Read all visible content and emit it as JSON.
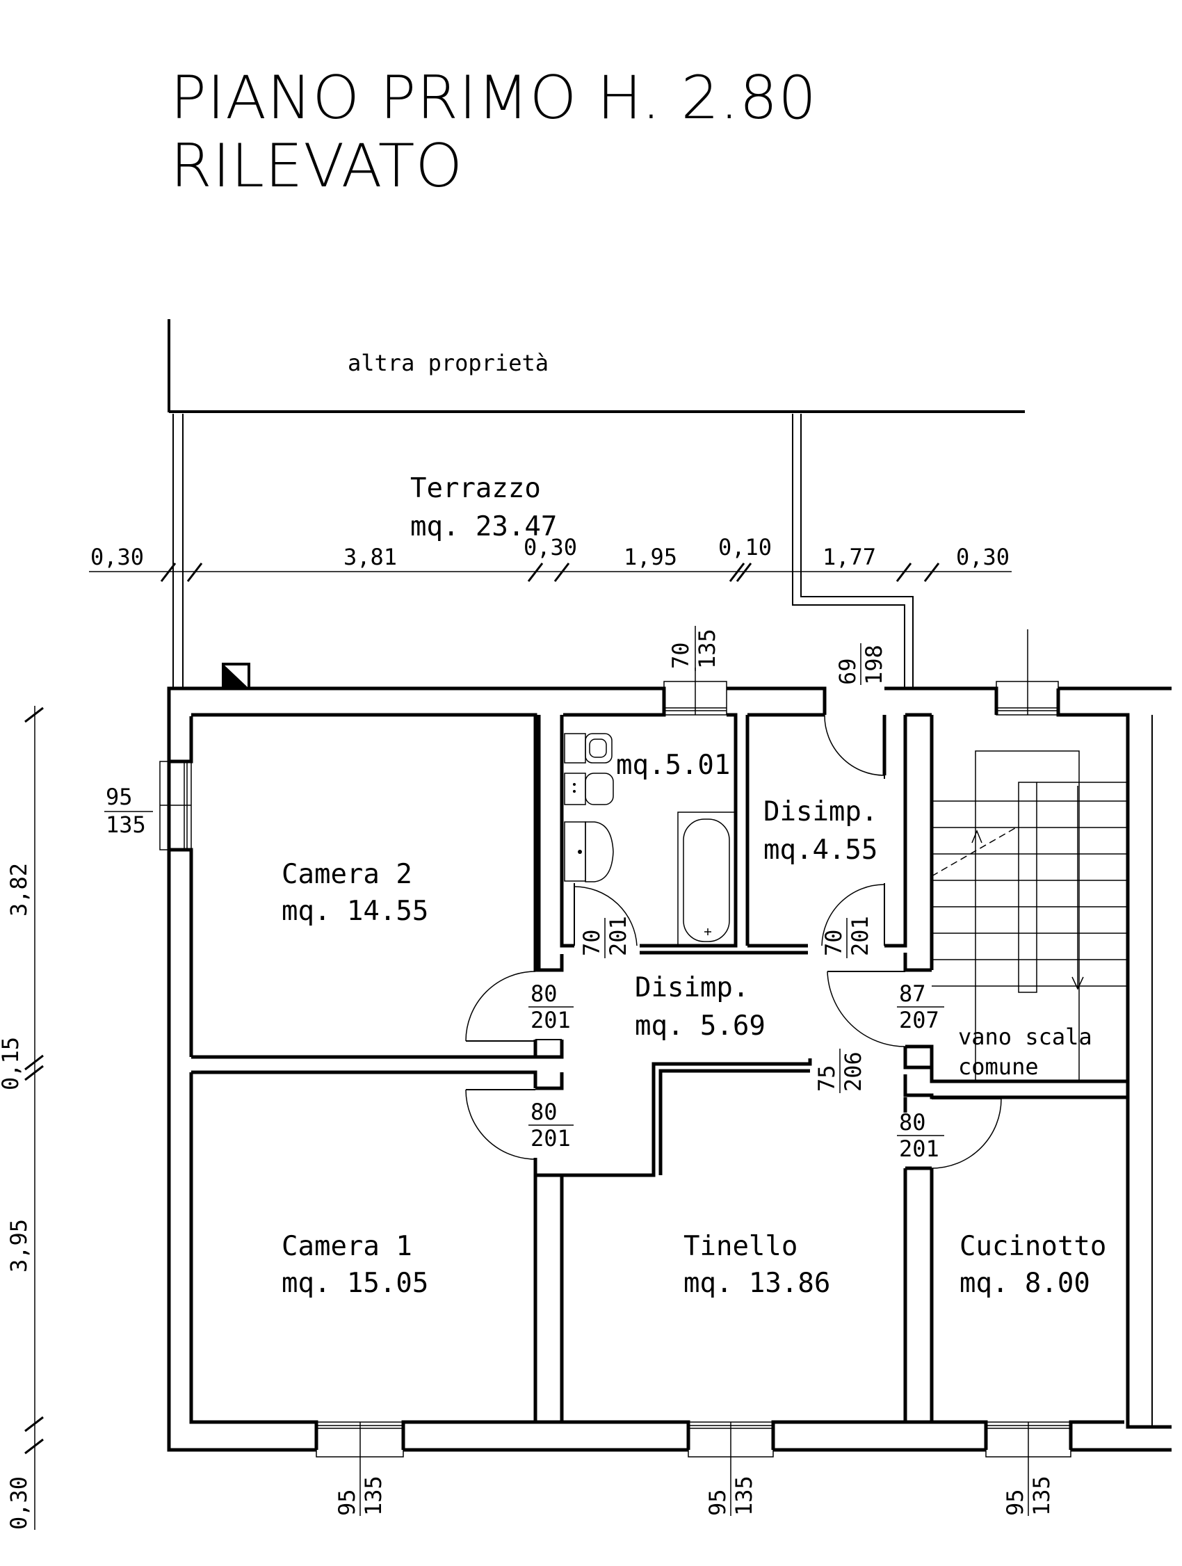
{
  "title": {
    "line1": "PIANO PRIMO H. 2.80",
    "line2": "RILEVATO"
  },
  "labels": {
    "altra_proprieta": "altra proprietà",
    "terrazzo_name": "Terrazzo",
    "terrazzo_area": "mq. 23.47",
    "bagno_area": "mq.5.01",
    "disimp_top_name": "Disimp.",
    "disimp_top_area": "mq.4.55",
    "camera2_name": "Camera 2",
    "camera2_area": "mq. 14.55",
    "disimp_mid_name": "Disimp.",
    "disimp_mid_area": "mq. 5.69",
    "camera1_name": "Camera 1",
    "camera1_area": "mq. 15.05",
    "tinello_name": "Tinello",
    "tinello_area": "mq. 13.86",
    "cucinotto_name": "Cucinotto",
    "cucinotto_area": "mq. 8.00",
    "vano_scala_1": "vano scala",
    "vano_scala_2": "comune"
  },
  "horizontal_dimensions": [
    "0,30",
    "3,81",
    "0,30",
    "1,95",
    "0,10",
    "1,77",
    "0,30"
  ],
  "vertical_dimensions": [
    "3,82",
    "0,15",
    "3,95",
    "0,30"
  ],
  "openings": {
    "w_bagno": [
      "70",
      "135"
    ],
    "d_entry": [
      "69",
      "198"
    ],
    "w_camera2": [
      "95",
      "135"
    ],
    "d_bagno": [
      "70",
      "201"
    ],
    "d_disimp": [
      "70",
      "201"
    ],
    "d_camera2": [
      "80",
      "201"
    ],
    "d_scala": [
      "87",
      "207"
    ],
    "d_tinello": [
      "75",
      "206"
    ],
    "d_camera1": [
      "80",
      "201"
    ],
    "d_cucinotto": [
      "80",
      "201"
    ],
    "w_camera1": [
      "95",
      "135"
    ],
    "w_tinello": [
      "95",
      "135"
    ],
    "w_cucinotto": [
      "95",
      "135"
    ]
  }
}
